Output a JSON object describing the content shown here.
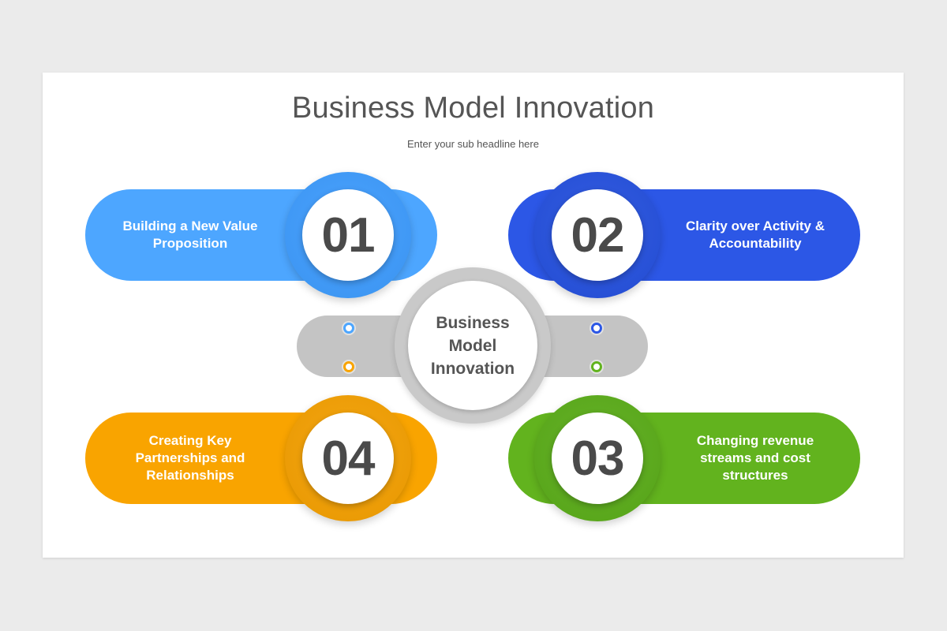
{
  "slide": {
    "title": "Business Model Innovation",
    "subtitle": "Enter your sub headline here"
  },
  "center": {
    "label": "Business Model Innovation"
  },
  "items": [
    {
      "number": "01",
      "label": "Building a New Value Proposition",
      "color": "#4da6ff"
    },
    {
      "number": "02",
      "label": "Clarity over Activity & Accountability",
      "color": "#2c57e6"
    },
    {
      "number": "03",
      "label": "Changing revenue streams and cost structures",
      "color": "#62b31e"
    },
    {
      "number": "04",
      "label": "Creating Key Partnerships and Relationships",
      "color": "#f9a400"
    }
  ],
  "connector_dots": [
    {
      "color": "#4da6ff"
    },
    {
      "color": "#2c57e6"
    },
    {
      "color": "#f9a400"
    },
    {
      "color": "#62b31e"
    }
  ]
}
